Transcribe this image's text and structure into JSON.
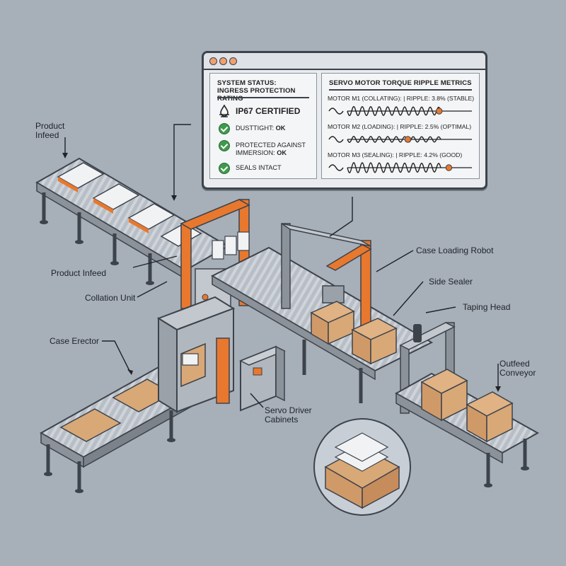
{
  "status_window": {
    "left_panel": {
      "title_line1": "SYSTEM STATUS:",
      "title_line2": "INGRESS PROTECTION RATING",
      "certification": "IP67 CERTIFIED",
      "checks": [
        {
          "label": "DUSTTIGHT: ",
          "value": "OK"
        },
        {
          "label_line1": "PROTECTED AGAINST",
          "label_line2": "IMMERSION: ",
          "value": "OK"
        },
        {
          "label": "SEALS INTACT",
          "value": ""
        }
      ]
    },
    "right_panel": {
      "title": "SERVO MOTOR TORQUE RIPPLE METRICS",
      "motors": [
        {
          "label": "MOTOR M1 (COLLATING):  |  RIPPLE: 3.8% (STABLE)",
          "ripple_percent": 3.8,
          "status": "STABLE"
        },
        {
          "label": "MOTOR M2 (LOADING):  |  RIPPLE: 2.5% (OPTIMAL)",
          "ripple_percent": 2.5,
          "status": "OPTIMAL"
        },
        {
          "label": "MOTOR M3 (SEALING):  |  RIPPLE: 4.2% (GOOD)",
          "ripple_percent": 4.2,
          "status": "GOOD"
        }
      ]
    }
  },
  "callouts": {
    "product_infeed_top_line1": "Product",
    "product_infeed_top_line2": "Infeed",
    "product_infeed": "Product Infeed",
    "collation_unit": "Collation Unit",
    "case_erector": "Case Erector",
    "case_loading_robot": "Case Loading Robot",
    "side_sealer": "Side Sealer",
    "taping_head": "Taping Head",
    "outfeed_line1": "Outfeed",
    "outfeed_line2": "Conveyor",
    "servo_line1": "Servo Driver",
    "servo_line2": "Cabinets"
  },
  "colors": {
    "background": "#a7afb9",
    "accent_orange": "#e8782e",
    "frame_gray": "#8b929a",
    "cardboard": "#d9a877",
    "ok_green": "#3f9a4d"
  }
}
